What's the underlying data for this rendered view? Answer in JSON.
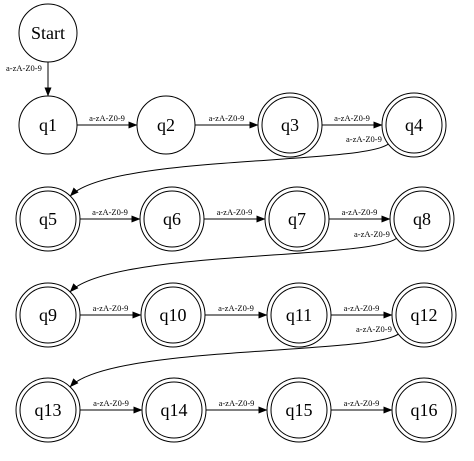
{
  "diagram": {
    "states": [
      {
        "id": "start",
        "label": "Start",
        "accepting": false
      },
      {
        "id": "q1",
        "label": "q1",
        "accepting": false
      },
      {
        "id": "q2",
        "label": "q2",
        "accepting": false
      },
      {
        "id": "q3",
        "label": "q3",
        "accepting": true
      },
      {
        "id": "q4",
        "label": "q4",
        "accepting": true
      },
      {
        "id": "q5",
        "label": "q5",
        "accepting": true
      },
      {
        "id": "q6",
        "label": "q6",
        "accepting": true
      },
      {
        "id": "q7",
        "label": "q7",
        "accepting": true
      },
      {
        "id": "q8",
        "label": "q8",
        "accepting": true
      },
      {
        "id": "q9",
        "label": "q9",
        "accepting": true
      },
      {
        "id": "q10",
        "label": "q10",
        "accepting": true
      },
      {
        "id": "q11",
        "label": "q11",
        "accepting": true
      },
      {
        "id": "q12",
        "label": "q12",
        "accepting": true
      },
      {
        "id": "q13",
        "label": "q13",
        "accepting": true
      },
      {
        "id": "q14",
        "label": "q14",
        "accepting": true
      },
      {
        "id": "q15",
        "label": "q15",
        "accepting": true
      },
      {
        "id": "q16",
        "label": "q16",
        "accepting": true
      }
    ],
    "transitions": [
      {
        "from": "start",
        "to": "q1",
        "label": "a-zA-Z0-9"
      },
      {
        "from": "q1",
        "to": "q2",
        "label": "a-zA-Z0-9"
      },
      {
        "from": "q2",
        "to": "q3",
        "label": "a-zA-Z0-9"
      },
      {
        "from": "q3",
        "to": "q4",
        "label": "a-zA-Z0-9"
      },
      {
        "from": "q4",
        "to": "q5",
        "label": "a-zA-Z0-9"
      },
      {
        "from": "q5",
        "to": "q6",
        "label": "a-zA-Z0-9"
      },
      {
        "from": "q6",
        "to": "q7",
        "label": "a-zA-Z0-9"
      },
      {
        "from": "q7",
        "to": "q8",
        "label": "a-zA-Z0-9"
      },
      {
        "from": "q8",
        "to": "q9",
        "label": "a-zA-Z0-9"
      },
      {
        "from": "q9",
        "to": "q10",
        "label": "a-zA-Z0-9"
      },
      {
        "from": "q10",
        "to": "q11",
        "label": "a-zA-Z0-9"
      },
      {
        "from": "q11",
        "to": "q12",
        "label": "a-zA-Z0-9"
      },
      {
        "from": "q12",
        "to": "q13",
        "label": "a-zA-Z0-9"
      },
      {
        "from": "q13",
        "to": "q14",
        "label": "a-zA-Z0-9"
      },
      {
        "from": "q14",
        "to": "q15",
        "label": "a-zA-Z0-9"
      },
      {
        "from": "q15",
        "to": "q16",
        "label": "a-zA-Z0-9"
      }
    ]
  }
}
